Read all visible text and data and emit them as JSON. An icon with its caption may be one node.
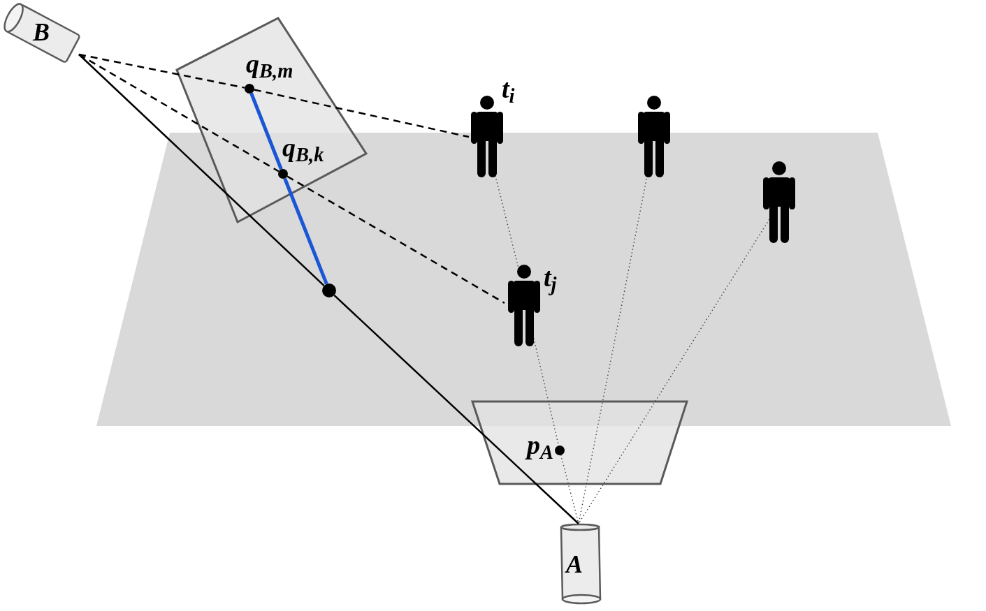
{
  "diagram": {
    "nodes": [
      {
        "text": [
          "B"
        ]
      },
      {
        "text": [],
        "shape": "box"
      },
      {
        "text": [],
        "shape": "circle",
        "in": 1,
        "beside": [
          "q$_{B,m}$"
        ]
      },
      {
        "text": [],
        "shape": "circle",
        "in": 1,
        "beside": [
          "q$_{B,k}$"
        ]
      },
      {
        "text": [],
        "shape": "circle"
      },
      {
        "text": [],
        "shape": "person",
        "beside": [
          "t$_{i}$"
        ]
      },
      {
        "text": [],
        "shape": "person"
      },
      {
        "text": [],
        "shape": "person"
      },
      {
        "text": [],
        "shape": "person",
        "beside": [
          "t$_{j}$"
        ]
      },
      {
        "text": [],
        "shape": "box"
      },
      {
        "text": [],
        "shape": "circle",
        "in": 9,
        "beside": [
          "p$_{A}$"
        ]
      },
      {
        "text": [
          "A"
        ]
      }
    ],
    "edges": [
      {
        "from": 0,
        "to": 2,
        "arrow": "none",
        "style": "dashed"
      },
      {
        "from": 2,
        "to": 5,
        "arrow": "none",
        "style": "dashed"
      },
      {
        "from": 0,
        "to": 3,
        "arrow": "none",
        "style": "dashed"
      },
      {
        "from": 3,
        "to": 8,
        "arrow": "none",
        "style": "dashed"
      },
      {
        "from": 0,
        "to": 4,
        "arrow": "none"
      },
      {
        "from": 4,
        "to": 11,
        "arrow": "none"
      },
      {
        "from": 2,
        "to": 3,
        "arrow": "none",
        "style": "thick",
        "color": "#1a56d6"
      },
      {
        "from": 3,
        "to": 4,
        "arrow": "none",
        "style": "thick",
        "color": "#1a56d6"
      },
      {
        "from": 5,
        "to": 8,
        "arrow": "none",
        "style": "dashed",
        "color": "#444444"
      },
      {
        "from": 8,
        "to": 10,
        "arrow": "none",
        "style": "dashed",
        "color": "#444444"
      },
      {
        "from": 10,
        "to": 11,
        "arrow": "none",
        "style": "dashed",
        "color": "#444444"
      },
      {
        "from": 6,
        "to": 11,
        "arrow": "none",
        "style": "dashed",
        "color": "#444444"
      },
      {
        "from": 7,
        "to": 11,
        "arrow": "none",
        "style": "dashed",
        "color": "#444444"
      }
    ]
  }
}
